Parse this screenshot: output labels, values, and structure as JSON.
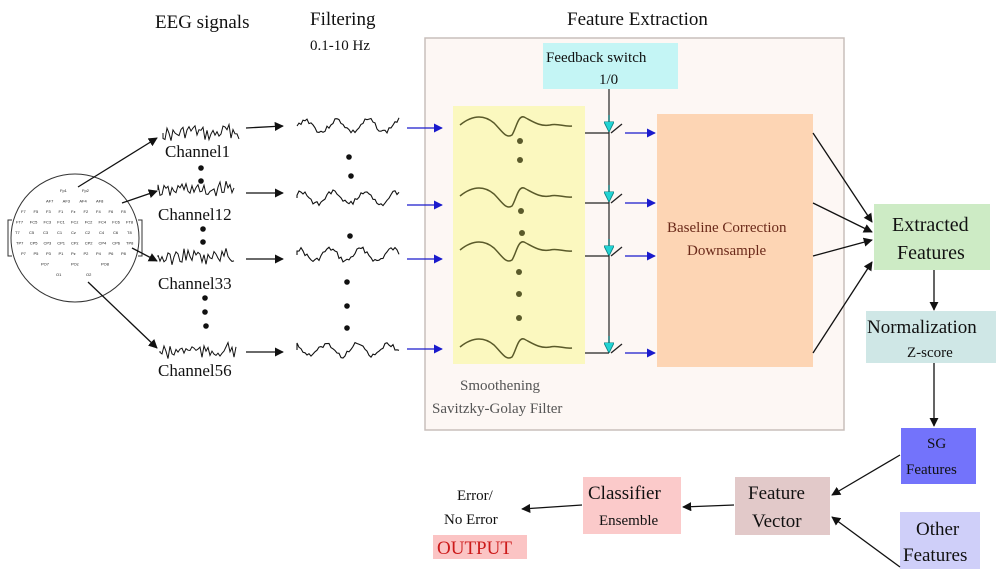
{
  "headers": {
    "eeg_signals": "EEG signals",
    "filtering": "Filtering",
    "filtering_band": "0.1-10 Hz",
    "feature_extraction": "Feature Extraction"
  },
  "channels": [
    "Channel1",
    "Channel12",
    "Channel33",
    "Channel56"
  ],
  "feedback": {
    "title": "Feedback switch",
    "state": "1/0"
  },
  "smoothening": {
    "line1": "Smoothening",
    "line2": "Savitzky-Golay Filter"
  },
  "baseline": {
    "line1": "Baseline Correction",
    "line2": "Downsample"
  },
  "extracted": {
    "line1": "Extracted",
    "line2": "Features"
  },
  "normalization": {
    "line1": "Normalization",
    "line2": "Z-score"
  },
  "sg_features": {
    "line1": "SG",
    "line2": "Features"
  },
  "other_features": {
    "line1": "Other",
    "line2": "Features"
  },
  "feature_vector": {
    "line1": "Feature",
    "line2": "Vector"
  },
  "classifier": {
    "line1": "Classifier",
    "line2": "Ensemble"
  },
  "output": {
    "line1": "Error/",
    "line2": "No Error",
    "label": "OUTPUT"
  },
  "electrodes": [
    "Fp1",
    "Fp2",
    "AF7",
    "AF3",
    "AF4",
    "AF8",
    "F7",
    "F5",
    "F3",
    "F1",
    "Fz",
    "F2",
    "F4",
    "F6",
    "F8",
    "FT7",
    "FC5",
    "FC3",
    "FC1",
    "FCz",
    "FC2",
    "FC4",
    "FC6",
    "FT8",
    "T7",
    "C5",
    "C3",
    "C1",
    "Cz",
    "C2",
    "C4",
    "C6",
    "T8",
    "TP7",
    "CP5",
    "CP3",
    "CP1",
    "CPz",
    "CP2",
    "CP4",
    "CP6",
    "TP8",
    "P7",
    "P5",
    "P3",
    "P1",
    "Pz",
    "P2",
    "P4",
    "P6",
    "P8",
    "PO7",
    "POz",
    "PO8",
    "O1",
    "O2"
  ],
  "colors": {
    "feature_bg": "#fdf7f4",
    "feedback": "#c4f5f5",
    "sg_filter": "#fbf8bf",
    "baseline": "#fdd5b4",
    "extracted": "#cdebc5",
    "normalization": "#cfe7e6",
    "sg_features": "#7373fb",
    "other_features": "#cfcff9",
    "feature_vector": "#e2c9c9",
    "classifier": "#fbcaca",
    "output": "#fbc4c4",
    "arrow_blue": "#1a1acc",
    "switch_cyan": "#22d3d3"
  }
}
